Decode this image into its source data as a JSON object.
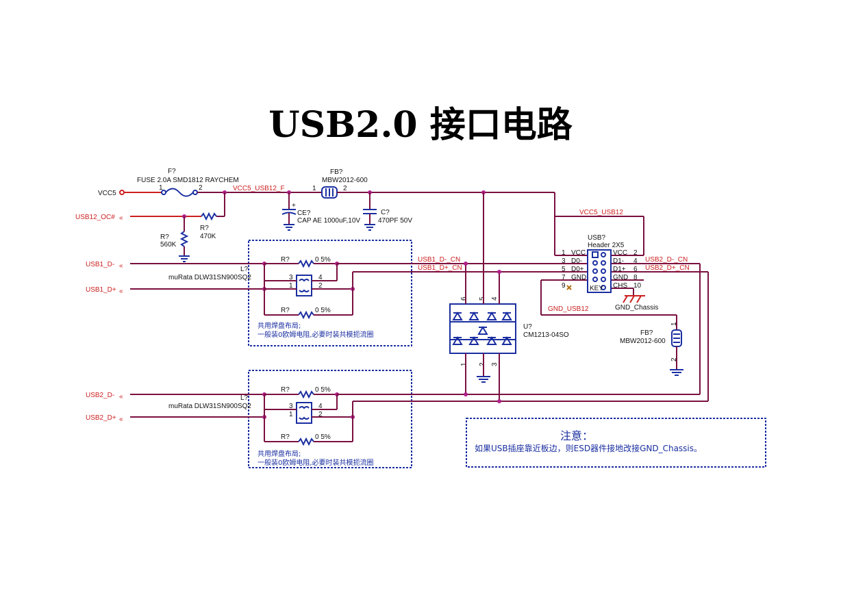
{
  "title": "USB2.0 接口电路",
  "colors": {
    "wire": "#7a1040",
    "net": "#cc1f1f",
    "component": "#1a2ea0",
    "junction": "#b0208a"
  },
  "ports": {
    "vcc5": "VCC5",
    "usb12_oc": "USB12_OC#",
    "usb1_dm": "USB1_D-",
    "usb1_dp": "USB1_D+",
    "usb2_dm": "USB2_D-",
    "usb2_dp": "USB2_D+"
  },
  "nets": {
    "vcc5_usb12_f": "VCC5_USB12_F",
    "vcc5_usb12": "VCC5_USB12",
    "usb1_dm_cn": "USB1_D-_CN",
    "usb1_dp_cn": "USB1_D+_CN",
    "usb2_dm_cn": "USB2_D-_CN",
    "usb2_dp_cn": "USB2_D+_CN",
    "gnd_usb12": "GND_USB12",
    "gnd_chassis": "GND_Chassis"
  },
  "fuse": {
    "ref": "F?",
    "value": "FUSE 2.0A SMD1812 RAYCHEM",
    "pin1": "1",
    "pin2": "2"
  },
  "fb1": {
    "ref": "FB?",
    "value": "MBW2012-600",
    "pin1": "1",
    "pin2": "2"
  },
  "fb2": {
    "ref": "FB?",
    "value": "MBW2012-600",
    "pin1": "1",
    "pin2": "2"
  },
  "ce": {
    "ref": "CE?",
    "value": "CAP AE 1000uF,10V",
    "plus": "+"
  },
  "c": {
    "ref": "C?",
    "value": "470PF 50V"
  },
  "r470": {
    "ref": "R?",
    "value": "470K"
  },
  "r560": {
    "ref": "R?",
    "value": "560K"
  },
  "res_0": {
    "ref": "R?",
    "value": "0 5%"
  },
  "choke": {
    "ref": "L?",
    "value": "muRata DLW31SN900SQ2",
    "p1": "1",
    "p2": "2",
    "p3": "3",
    "p4": "4"
  },
  "note_box": {
    "line1": "共用焊盘布局;",
    "line2": "一般装0欧姆电阻,必要时装共模扼流圈"
  },
  "esd": {
    "ref": "U?",
    "value": "CM1213-04SO",
    "pins_top": [
      "6",
      "5",
      "4"
    ],
    "pins_bottom": [
      "1",
      "2",
      "3"
    ]
  },
  "header": {
    "ref": "USB?",
    "value": "Header 2X5",
    "left_pins": [
      "1",
      "3",
      "5",
      "7",
      "9"
    ],
    "left_names": [
      "VCC",
      "D0-",
      "D0+",
      "GND",
      ""
    ],
    "right_pins": [
      "2",
      "4",
      "6",
      "8",
      "10"
    ],
    "right_names": [
      "VCC",
      "D1-",
      "D1+",
      "GND",
      "CHS"
    ],
    "key": "KEY"
  },
  "notice": {
    "title": "注意：",
    "text": "如果USB插座靠近板边，则ESD器件接地改接GND_Chassis。"
  }
}
